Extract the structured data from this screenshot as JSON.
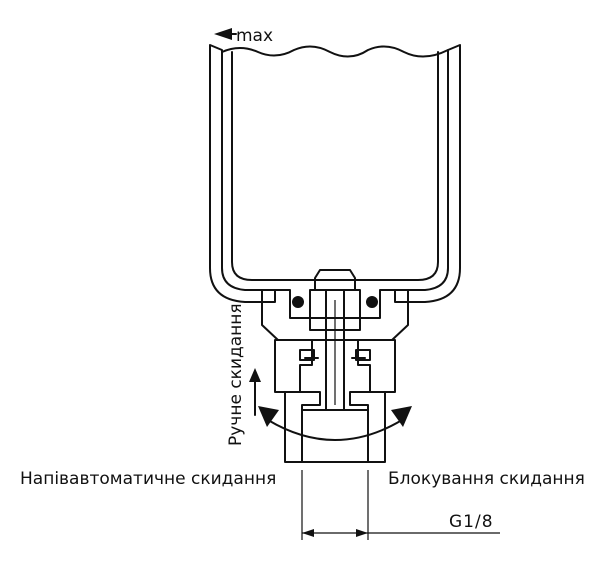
{
  "labels": {
    "max": "max",
    "manual_drain": "Ручне скидання",
    "semi_auto_drain": "Напівавтоматичне скидання",
    "drain_lock": "Блокування скидання",
    "thread": "G1/8"
  },
  "colors": {
    "line": "#111111",
    "background": "#ffffff"
  }
}
